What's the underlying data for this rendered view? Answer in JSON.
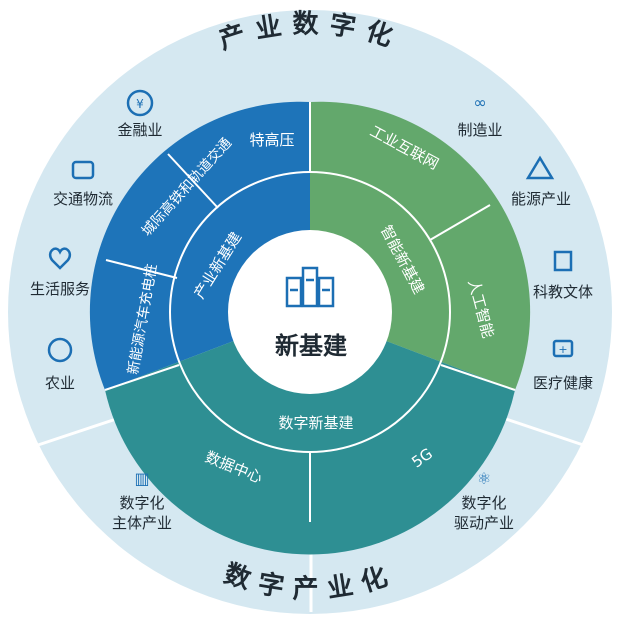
{
  "center": {
    "title": "新基建"
  },
  "outer_titles": {
    "top": "产业数字化",
    "bottom": "数字产业化"
  },
  "outer_left_items": [
    "金融业",
    "交通物流",
    "生活服务",
    "农业"
  ],
  "outer_right_items": [
    "制造业",
    "能源产业",
    "科教文体",
    "医疗健康"
  ],
  "outer_bottom_left": {
    "line1": "数字化",
    "line2": "主体产业"
  },
  "outer_bottom_right": {
    "line1": "数字化",
    "line2": "驱动产业"
  },
  "inner_rings": {
    "industry": {
      "name": "产业新基建",
      "items": [
        "特高压",
        "城际高铁和轨道交通",
        "新能源汽车充电桩"
      ]
    },
    "smart": {
      "name": "智能新基建",
      "items": [
        "工业互联网",
        "人工智能"
      ]
    },
    "digital": {
      "name": "数字新基建",
      "items": [
        "数据中心",
        "5G"
      ]
    }
  },
  "colors": {
    "outer_ring": "#d5e8f1",
    "industry_blue": "#1e74b9",
    "smart_green": "#63a86c",
    "digital_teal": "#2e8f93",
    "icon_blue": "#1c6fb4"
  },
  "icons": {
    "center": "building-cluster-icon",
    "top_left": [
      "yuan-icon",
      "bus-icon",
      "heart-hand-icon",
      "leaf-icon"
    ],
    "top_right": [
      "dna-icon",
      "recycle-icon",
      "book-icon",
      "medical-kit-icon"
    ]
  }
}
